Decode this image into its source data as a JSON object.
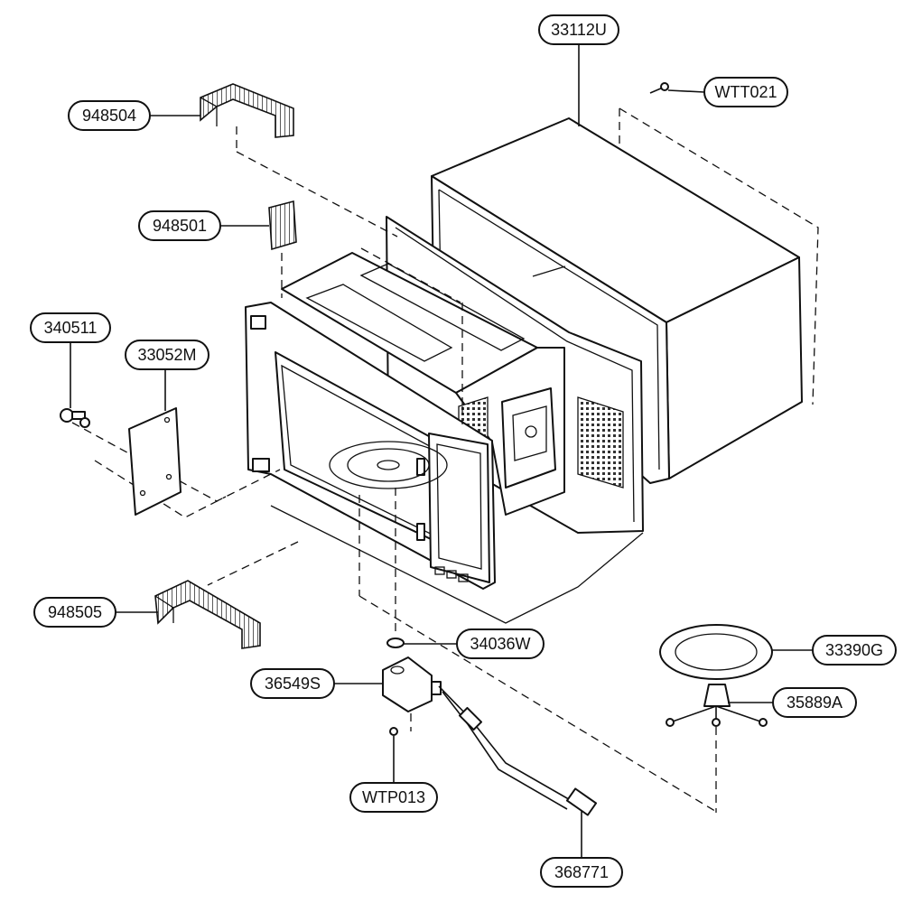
{
  "diagram": {
    "callouts": [
      {
        "id": "c-33112U",
        "label": "33112U"
      },
      {
        "id": "c-WTT021",
        "label": "WTT021"
      },
      {
        "id": "c-948504",
        "label": "948504"
      },
      {
        "id": "c-948501",
        "label": "948501"
      },
      {
        "id": "c-340511",
        "label": "340511"
      },
      {
        "id": "c-33052M",
        "label": "33052M"
      },
      {
        "id": "c-948505",
        "label": "948505"
      },
      {
        "id": "c-34036W",
        "label": "34036W"
      },
      {
        "id": "c-36549S",
        "label": "36549S"
      },
      {
        "id": "c-33390G",
        "label": "33390G"
      },
      {
        "id": "c-35889A",
        "label": "35889A"
      },
      {
        "id": "c-WTP013",
        "label": "WTP013"
      },
      {
        "id": "c-368771",
        "label": "368771"
      }
    ]
  }
}
